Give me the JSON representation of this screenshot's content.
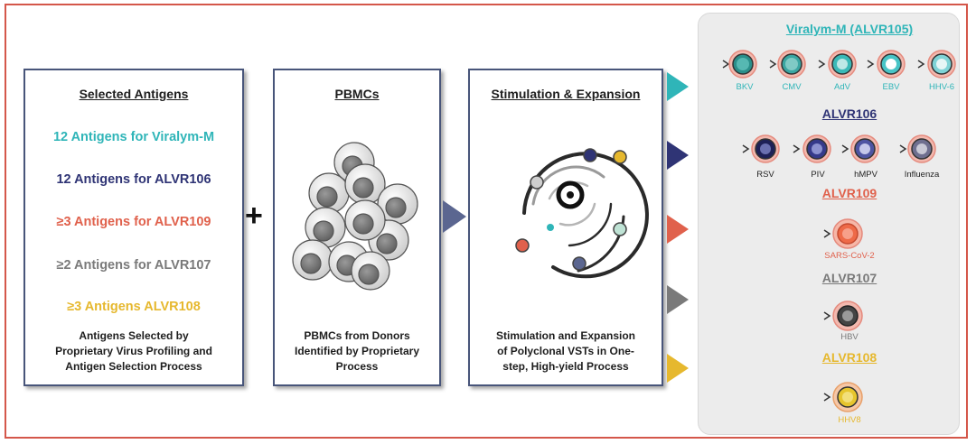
{
  "colors": {
    "teal": "#2fb5b8",
    "navy": "#2f3475",
    "red": "#e0614c",
    "gray": "#7a7a7a",
    "gold": "#e6b82e",
    "frame": "#d4574a",
    "box_border": "#48557a"
  },
  "box1": {
    "title": "Selected Antigens",
    "antigens": [
      "12 Antigens for Viralym-M",
      "12 Antigens for ALVR106",
      "≥3 Antigens for ALVR109",
      "≥2 Antigens for ALVR107",
      "≥3 Antigens ALVR108"
    ],
    "description": [
      "Antigens Selected by",
      "Proprietary Virus Profiling and",
      "Antigen Selection Process"
    ]
  },
  "plus_sign": "+",
  "box2": {
    "title": "PBMCs",
    "description": [
      "PBMCs from Donors",
      "Identified by Proprietary",
      "Process"
    ]
  },
  "box3": {
    "title": "Stimulation & Expansion",
    "description": [
      "Stimulation and Expansion",
      "of Polyclonal VSTs in One-",
      "step, High-yield Process"
    ]
  },
  "products": {
    "viralym": {
      "name": "Viralym-M (ALVR105)",
      "viruses": [
        "BKV",
        "CMV",
        "AdV",
        "EBV",
        "HHV-6"
      ]
    },
    "alvr106": {
      "name": "ALVR106",
      "viruses": [
        "RSV",
        "PIV",
        "hMPV",
        "Influenza"
      ]
    },
    "alvr109": {
      "name": "ALVR109",
      "viruses": [
        "SARS-CoV-2"
      ]
    },
    "alvr107": {
      "name": "ALVR107",
      "viruses": [
        "HBV"
      ]
    },
    "alvr108": {
      "name": "ALVR108",
      "viruses": [
        "HHV8"
      ]
    }
  }
}
